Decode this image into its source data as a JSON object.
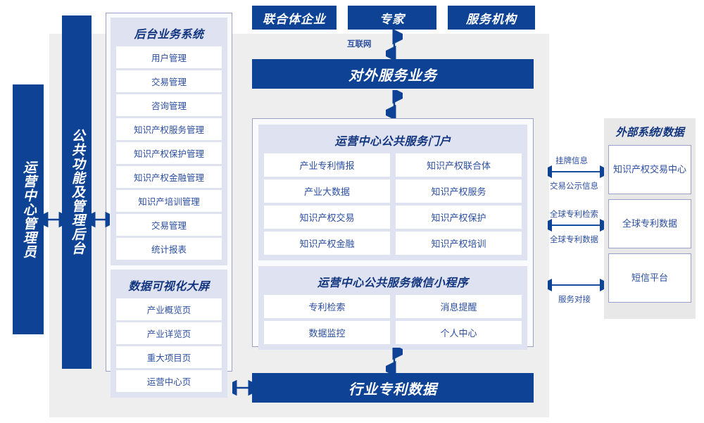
{
  "diagram": {
    "title_actors": [
      "联合体企业",
      "专家",
      "服务机构"
    ],
    "internet_label": "互联网",
    "service_top": "对外服务业务",
    "service_bottom": "行业专利数据",
    "left_bars": [
      {
        "label": "运营中心管理员"
      },
      {
        "label": "公共功能及管理后台"
      }
    ],
    "backend_panels": [
      {
        "title": "后台业务系统",
        "items": [
          "用户管理",
          "交易管理",
          "咨询管理",
          "知识产权服务管理",
          "知识产权保护管理",
          "知识产权金融管理",
          "知识产培训管理",
          "交易管理",
          "统计报表"
        ]
      },
      {
        "title": "数据可视化大屏",
        "items": [
          "产业概览页",
          "产业详览页",
          "重大项目页",
          "运营中心页"
        ]
      }
    ],
    "center_panels": [
      {
        "title": "运营中心公共服务门户",
        "items": [
          "产业专利情报",
          "知识产权联合体",
          "产业大数据",
          "知识产权服务",
          "知识产权交易",
          "知识产权保护",
          "知识产权金融",
          "知识产权培训"
        ]
      },
      {
        "title": "运营中心公共服务微信小程序",
        "items": [
          "专利检索",
          "消息提醒",
          "数据监控",
          "个人中心"
        ]
      }
    ],
    "external": {
      "title": "外部系统/数据",
      "items": [
        "知识产权\n交易中心",
        "全球专利\n数据",
        "短信平台"
      ],
      "item0_line1": "知识产权",
      "item0_line2": "交易中心",
      "item1_line1": "全球专利",
      "item1_line2": "数据",
      "item2_line1": "短信平台"
    },
    "external_arrow_labels": [
      {
        "top": "挂牌信息",
        "bottom": "交易公示信息"
      },
      {
        "top": "全球专利检索",
        "bottom": "全球专利数据"
      },
      {
        "top": "",
        "bottom": "服务对接"
      }
    ],
    "colors": {
      "brand_blue": "#0d4295",
      "panel_bg": "#dfe3f1",
      "container_bg": "#eeeeee",
      "cell_text": "#2b4ea0",
      "border": "#9aa0c6"
    }
  }
}
